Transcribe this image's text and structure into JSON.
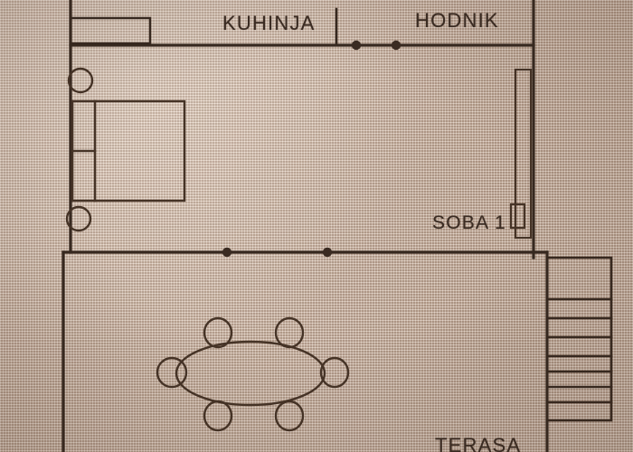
{
  "document": {
    "kind": "hand-drawn-floor-plan",
    "medium_note": "photo of printed plan on textured beige paper"
  },
  "colors": {
    "paper": "#ccb6a6",
    "ink": "#3a2b22",
    "wall": "#36281f",
    "furniture": "#4a382c"
  },
  "rooms": [
    {
      "id": "kuhinja",
      "label": "KUHINJA"
    },
    {
      "id": "hodnik",
      "label": "HODNIK"
    },
    {
      "id": "soba1",
      "label": "SOBA 1"
    },
    {
      "id": "terasa",
      "label": "TERASA"
    }
  ],
  "labels": {
    "kuhinja": "KUHINJA",
    "hodnik": "HODNIK",
    "soba1": "SOBA 1",
    "terasa": "TERASA"
  },
  "furniture": [
    {
      "name": "kitchen-counter",
      "shape": "rectangle"
    },
    {
      "name": "bed",
      "shape": "rectangle-with-pillows"
    },
    {
      "name": "nightstand-upper",
      "shape": "circle"
    },
    {
      "name": "nightstand-lower",
      "shape": "circle"
    },
    {
      "name": "wardrobe",
      "shape": "tall-narrow-rectangle"
    },
    {
      "name": "dining-table",
      "shape": "ellipse"
    },
    {
      "name": "dining-chair",
      "shape": "circle",
      "count": 6
    },
    {
      "name": "staircase",
      "shape": "ruled-rectangle",
      "treads": 8
    }
  ],
  "markers": {
    "wall_dots_upper": 2,
    "wall_dots_lower": 2
  }
}
